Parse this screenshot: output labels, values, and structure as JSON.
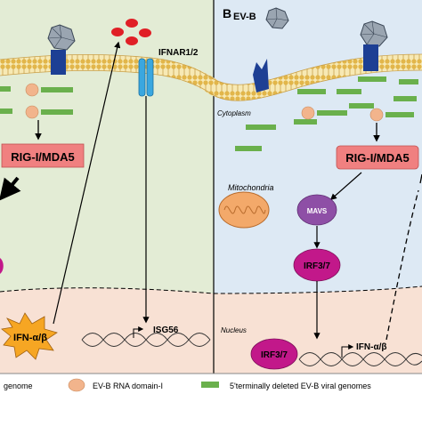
{
  "panels": {
    "right_letter": "B",
    "right_virus_label": "EV-B"
  },
  "labels": {
    "ifnar": "IFNAR1/2",
    "cytoplasm": "Cytoplasm",
    "rig_left": "RIG-I/MDA5",
    "rig_right": "RIG-I/MDA5",
    "mitochondria": "Mitochondria",
    "mavs": "MAVS",
    "irf_cyto": "IRF3/7",
    "irf_nuc": "IRF3/7",
    "isg": "ISG56",
    "nucleus": "Nucleus",
    "ifn_left": "IFN-α/β",
    "ifn_right": "IFN-α/β"
  },
  "legend": {
    "item1": "genome",
    "item2": "EV-B RNA domain-I",
    "item3": "5'terminally deleted EV-B viral genomes"
  },
  "colors": {
    "left_bg": "#e3ecd5",
    "right_bg": "#dde9f4",
    "nucleus_bg": "#f8e1d4",
    "rig_box": "#f08080",
    "mavs": "#8e4fa6",
    "irf": "#c2188a",
    "rna_dot": "#f2b48c",
    "rna_bar": "#6ab04c",
    "ifn_burst": "#f6a623",
    "virus": "#9aa5b1",
    "receptor": "#1d3f94",
    "ifnar": "#3aa7e0",
    "red_dots": "#e01f26"
  }
}
